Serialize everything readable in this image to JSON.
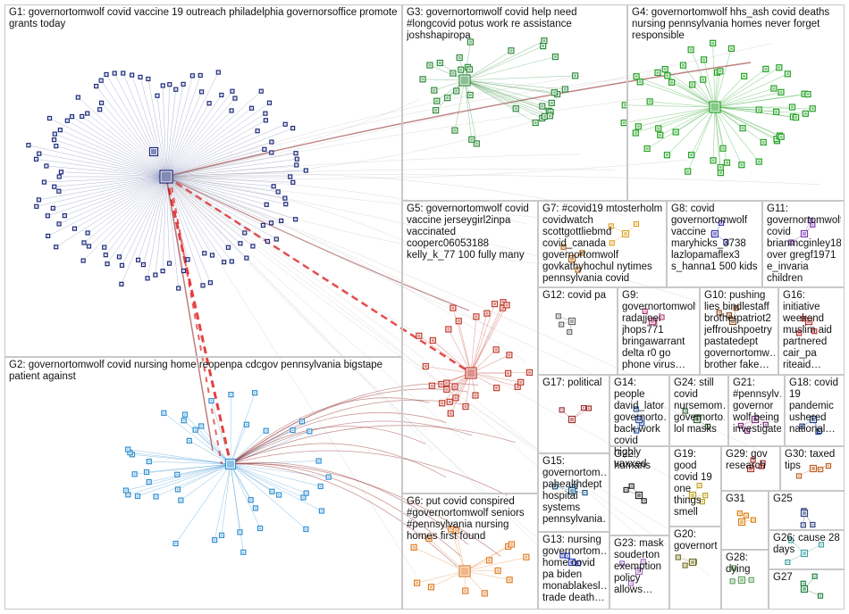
{
  "colors": {
    "G1": "#1c2a7a",
    "G2": "#2f8fd0",
    "G3": "#2e8b3a",
    "G4": "#22a022",
    "G5": "#c0392b",
    "G6": "#e07b22",
    "edge_dark": "#8b1a1a",
    "edge_red": "#e02020",
    "edge_gray": "#9a9a9a"
  },
  "groups": [
    {
      "id": "G1",
      "label": "G1: governortomwolf covid vaccine 19 outreach philadelphia governorsoffice promote grants today"
    },
    {
      "id": "G2",
      "label": "G2: governortomwolf covid nursing home reopenpa cdcgov pennsylvania bigstape patient against"
    },
    {
      "id": "G3",
      "label": "G3: governortomwolf covid help need #longcovid potus work re assistance joshshapiropa"
    },
    {
      "id": "G4",
      "label": "G4: governortomwolf hhs_ash covid deaths nursing pennsylvania homes never forget responsible"
    },
    {
      "id": "G5",
      "label": "G5: governortomwolf covid vaccine jerseygirl2inpa vaccinated cooperc06053188 kelly_k_77 100 fully many"
    },
    {
      "id": "G6",
      "label": "G6: put covid conspired #governortomwolf seniors #pennsylvania nursing homes first found"
    },
    {
      "id": "G7",
      "label": "G7: #covid19 mtosterholm covidwatch scottgottliebmd covid_canada governortomwolf govkathyhochul nytimes pennsylvania covid"
    },
    {
      "id": "G8",
      "label": "G8: covid governortomwolf vaccine maryhicks_3738 lazlopamaflex3 s_hanna1 500 kids"
    },
    {
      "id": "G9",
      "label": "G9: governortomwolf radajjoei jhops771 bringawarrant delta r0 go phone virus…"
    },
    {
      "id": "G10",
      "label": "G10: pushing lies bindlestaff brotherpatriot2 jeffroushpoetry pastatedept governortomw… brother fake…"
    },
    {
      "id": "G11",
      "label": "G11: governortomwolf covid brianmcginley18 over gregf1971 e_invaria children"
    },
    {
      "id": "G12",
      "label": "G12: covid pa"
    },
    {
      "id": "G13",
      "label": "G13: nursing governortom… home covid pa biden monablakesl… trade death…"
    },
    {
      "id": "G14",
      "label": "G14: people david_lator… governorto… back work covid highly vaxxed"
    },
    {
      "id": "G15",
      "label": "G15: governortom… pahealthdept hospital systems pennsylvania…"
    },
    {
      "id": "G16",
      "label": "G16: initiative weekend muslim aid partnered cair_pa riteaid…"
    },
    {
      "id": "G17",
      "label": "G17: political"
    },
    {
      "id": "G18",
      "label": "G18: covid 19 pandemic ushered national…"
    },
    {
      "id": "G19",
      "label": "G19: good covid 19 one things smell"
    },
    {
      "id": "G20",
      "label": "G20: governort…"
    },
    {
      "id": "G21",
      "label": "G21: #pennsylv… governor wolf being investigate…"
    },
    {
      "id": "G22",
      "label": "G22: humans"
    },
    {
      "id": "G23",
      "label": "G23: mask souderton exemption policy allows…"
    },
    {
      "id": "G24",
      "label": "G24: still covid nursemom… governorto… lol masks"
    },
    {
      "id": "G25",
      "label": "G25"
    },
    {
      "id": "G26",
      "label": "G26: cause 28 days"
    },
    {
      "id": "G27",
      "label": "G27"
    },
    {
      "id": "G28",
      "label": "G28: dying"
    },
    {
      "id": "G29",
      "label": "G29: gov research"
    },
    {
      "id": "G30",
      "label": "G30: taxed tips"
    },
    {
      "id": "G31",
      "label": "G31"
    }
  ]
}
